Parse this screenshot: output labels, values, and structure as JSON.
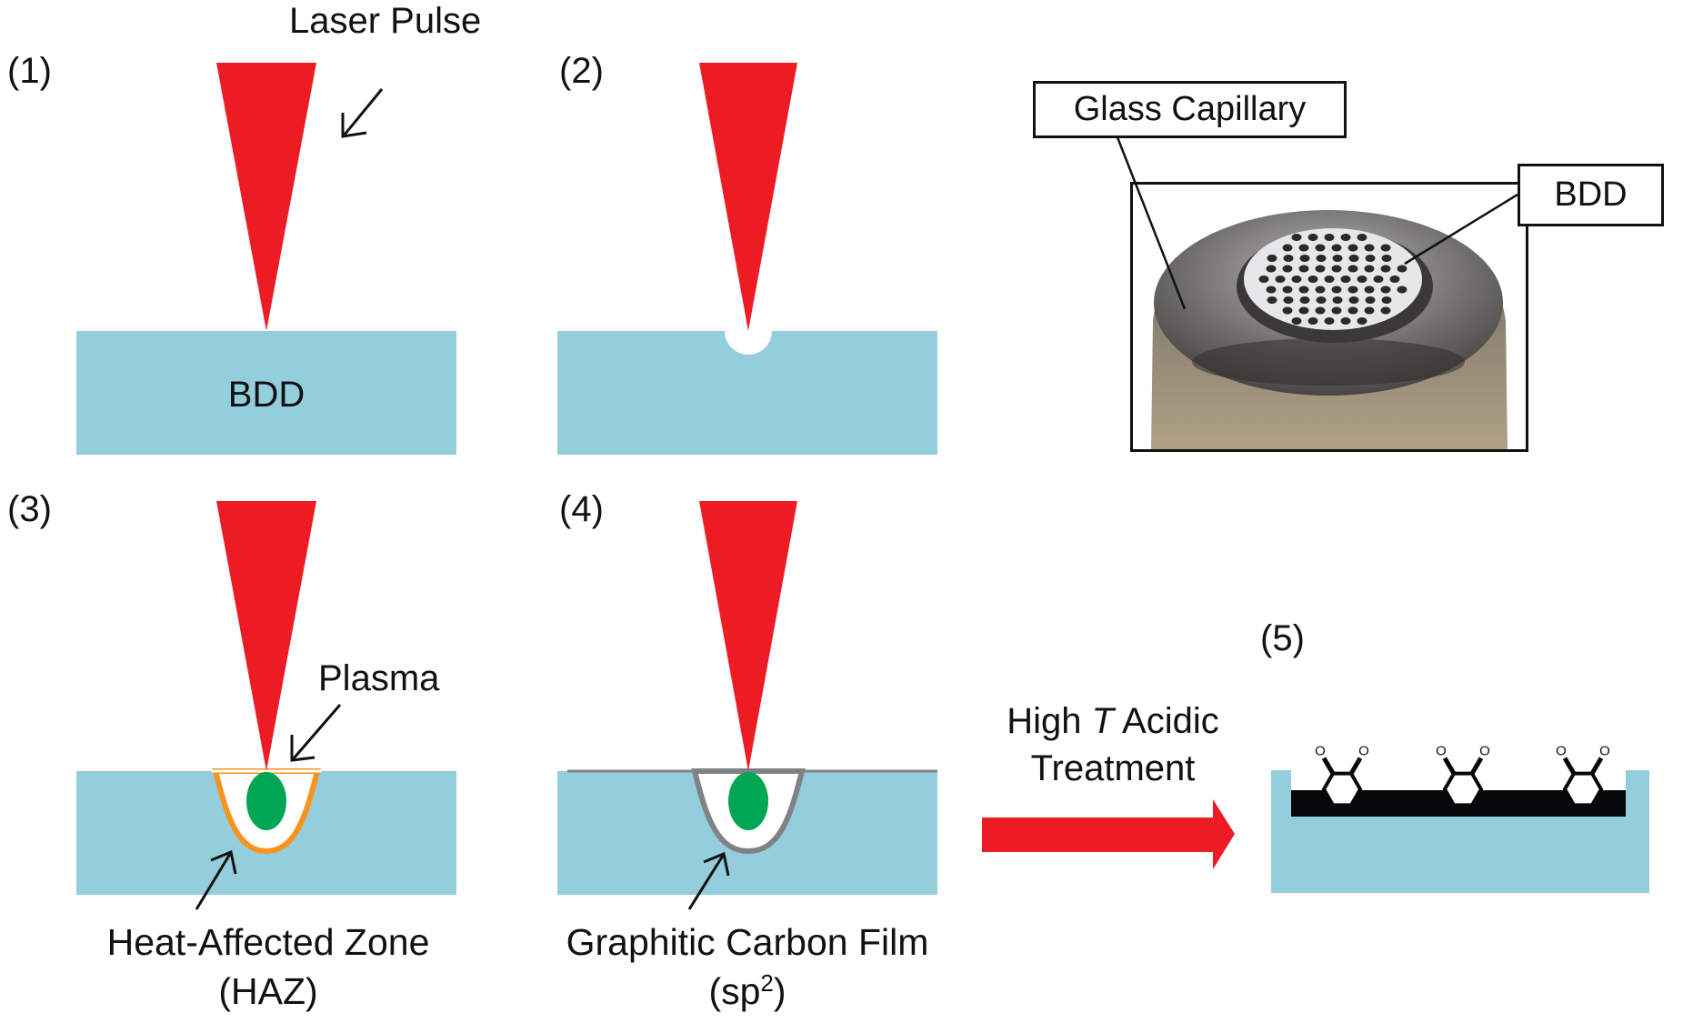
{
  "figure": {
    "colors": {
      "laser": "#ed1c24",
      "bdd": "#94cedc",
      "plasma": "#00a651",
      "haz": "#f7941d",
      "graphitic_film": "#808285",
      "functionalized_layer": "#050708",
      "text": "#111111"
    },
    "panels": [
      {
        "id": "1",
        "label": "(1)",
        "substrate_label": "BDD",
        "annotation": "Laser Pulse"
      },
      {
        "id": "2",
        "label": "(2)"
      },
      {
        "id": "3",
        "label": "(3)",
        "annotations": [
          "Plasma",
          "Heat-Affected Zone",
          "(HAZ)"
        ]
      },
      {
        "id": "4",
        "label": "(4)",
        "annotations": [
          "Graphitic Carbon Film",
          "(sp",
          "2",
          ")"
        ]
      },
      {
        "id": "5",
        "label": "(5)",
        "oxygen_label": "O",
        "functional_groups": 3
      }
    ],
    "treatment": {
      "line1_a": "High ",
      "line1_italic": "T",
      "line1_b": " Acidic",
      "line2": "Treatment"
    },
    "photo": {
      "callouts": [
        "Glass Capillary",
        "BDD"
      ],
      "dot_grid_rows": [
        5,
        7,
        8,
        9,
        9,
        9,
        8,
        7,
        5
      ]
    }
  }
}
